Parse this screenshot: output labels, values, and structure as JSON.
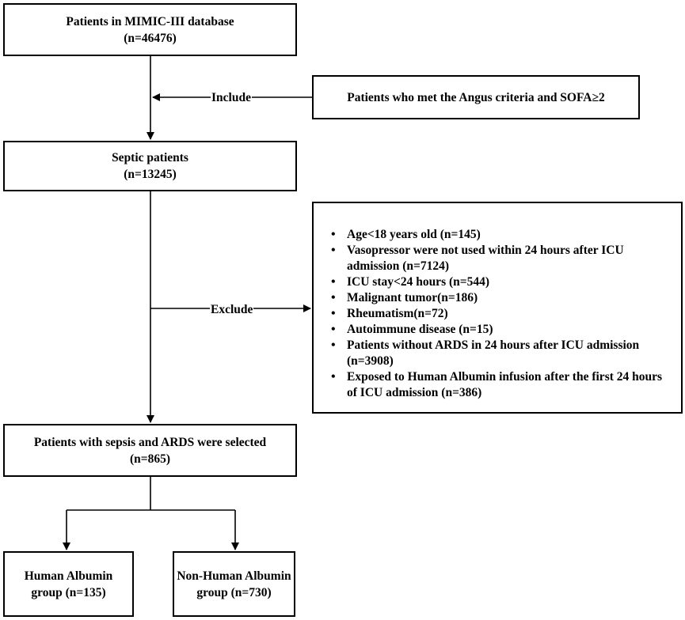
{
  "nodes": {
    "patients_db": {
      "lines": [
        "Patients in MIMIC-III database",
        "(n=46476)"
      ]
    },
    "angus": {
      "lines": [
        "Patients who met the Angus criteria and SOFA≥2"
      ]
    },
    "septic": {
      "lines": [
        "Septic patients",
        "(n=13245)"
      ]
    },
    "exclusions": {
      "items": [
        "Age<18 years old (n=145)",
        "Vasopressor were not used within 24 hours after ICU admission (n=7124)",
        "ICU stay<24 hours (n=544)",
        "Malignant tumor(n=186)",
        "Rheumatism(n=72)",
        "Autoimmune disease (n=15)",
        "Patients without ARDS in 24 hours after ICU admission (n=3908)",
        "Exposed to Human Albumin infusion after the first 24 hours of ICU admission (n=386)"
      ]
    },
    "selected": {
      "lines": [
        "Patients with sepsis and ARDS were selected",
        "(n=865)"
      ]
    },
    "human_albumin": {
      "lines": [
        "Human Albumin",
        "group (n=135)"
      ]
    },
    "non_human_albumin": {
      "lines": [
        "Non-Human Albumin",
        "group (n=730)"
      ]
    }
  },
  "edges": {
    "include_label": "Include",
    "exclude_label": "Exclude"
  }
}
